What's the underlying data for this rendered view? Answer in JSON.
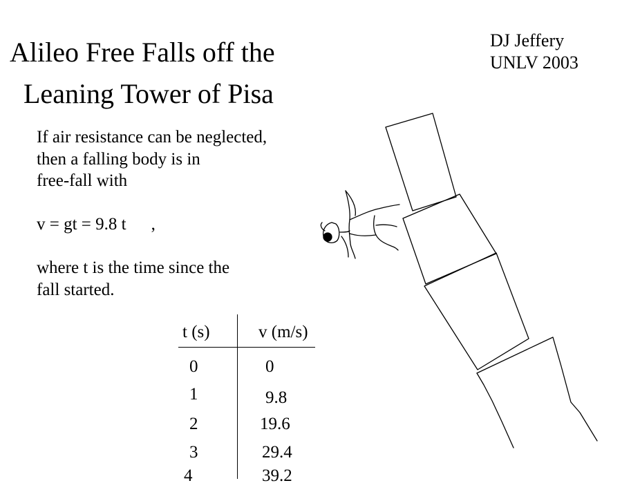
{
  "title": {
    "line1": "Alileo Free Falls off the",
    "line2": "Leaning Tower of Pisa"
  },
  "author": {
    "name": "DJ Jeffery",
    "affiliation": "UNLV 2003"
  },
  "body": {
    "line1": "If air resistance can be neglected,",
    "line2": "then a falling body is in",
    "line3": "free-fall with",
    "formula": "v = gt = 9.8 t",
    "formula_suffix": ",",
    "line4": "where t is the time since the",
    "line5": "fall started."
  },
  "table": {
    "headers": [
      "t (s)",
      "v (m/s)"
    ],
    "rows": [
      [
        "0",
        "0"
      ],
      [
        "1",
        "9.8"
      ],
      [
        "2",
        "19.6"
      ],
      [
        "3",
        "29.4"
      ],
      [
        "4",
        "39.2"
      ]
    ]
  }
}
